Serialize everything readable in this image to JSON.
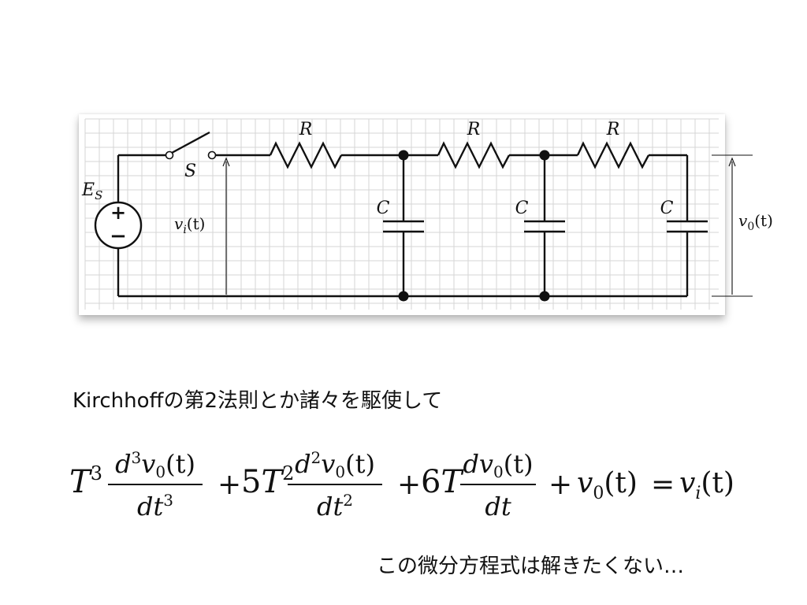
{
  "circuit": {
    "source_label": "E",
    "source_sub": "S",
    "source_plus": "+",
    "source_minus": "−",
    "switch_label": "S",
    "resistor_label": "R",
    "capacitor_label": "C",
    "vi_label": "v",
    "vi_sub": "i",
    "vi_arg": "(t)",
    "vo_label": "v",
    "vo_sub": "0",
    "vo_arg": "(t)"
  },
  "text": {
    "line1": "Kirchhoffの第2法則とか諸々を駆使して",
    "line2": "この微分方程式は解きたくない…"
  },
  "equation": {
    "T": "T",
    "exp3": "3",
    "exp2": "2",
    "d": "d",
    "dt": "dt",
    "v0": "v",
    "sub0": "0",
    "targ": "(t)",
    "plus": "+",
    "coef5": "5",
    "coef6": "6",
    "equals": "=",
    "vi": "v",
    "subi": "i"
  }
}
